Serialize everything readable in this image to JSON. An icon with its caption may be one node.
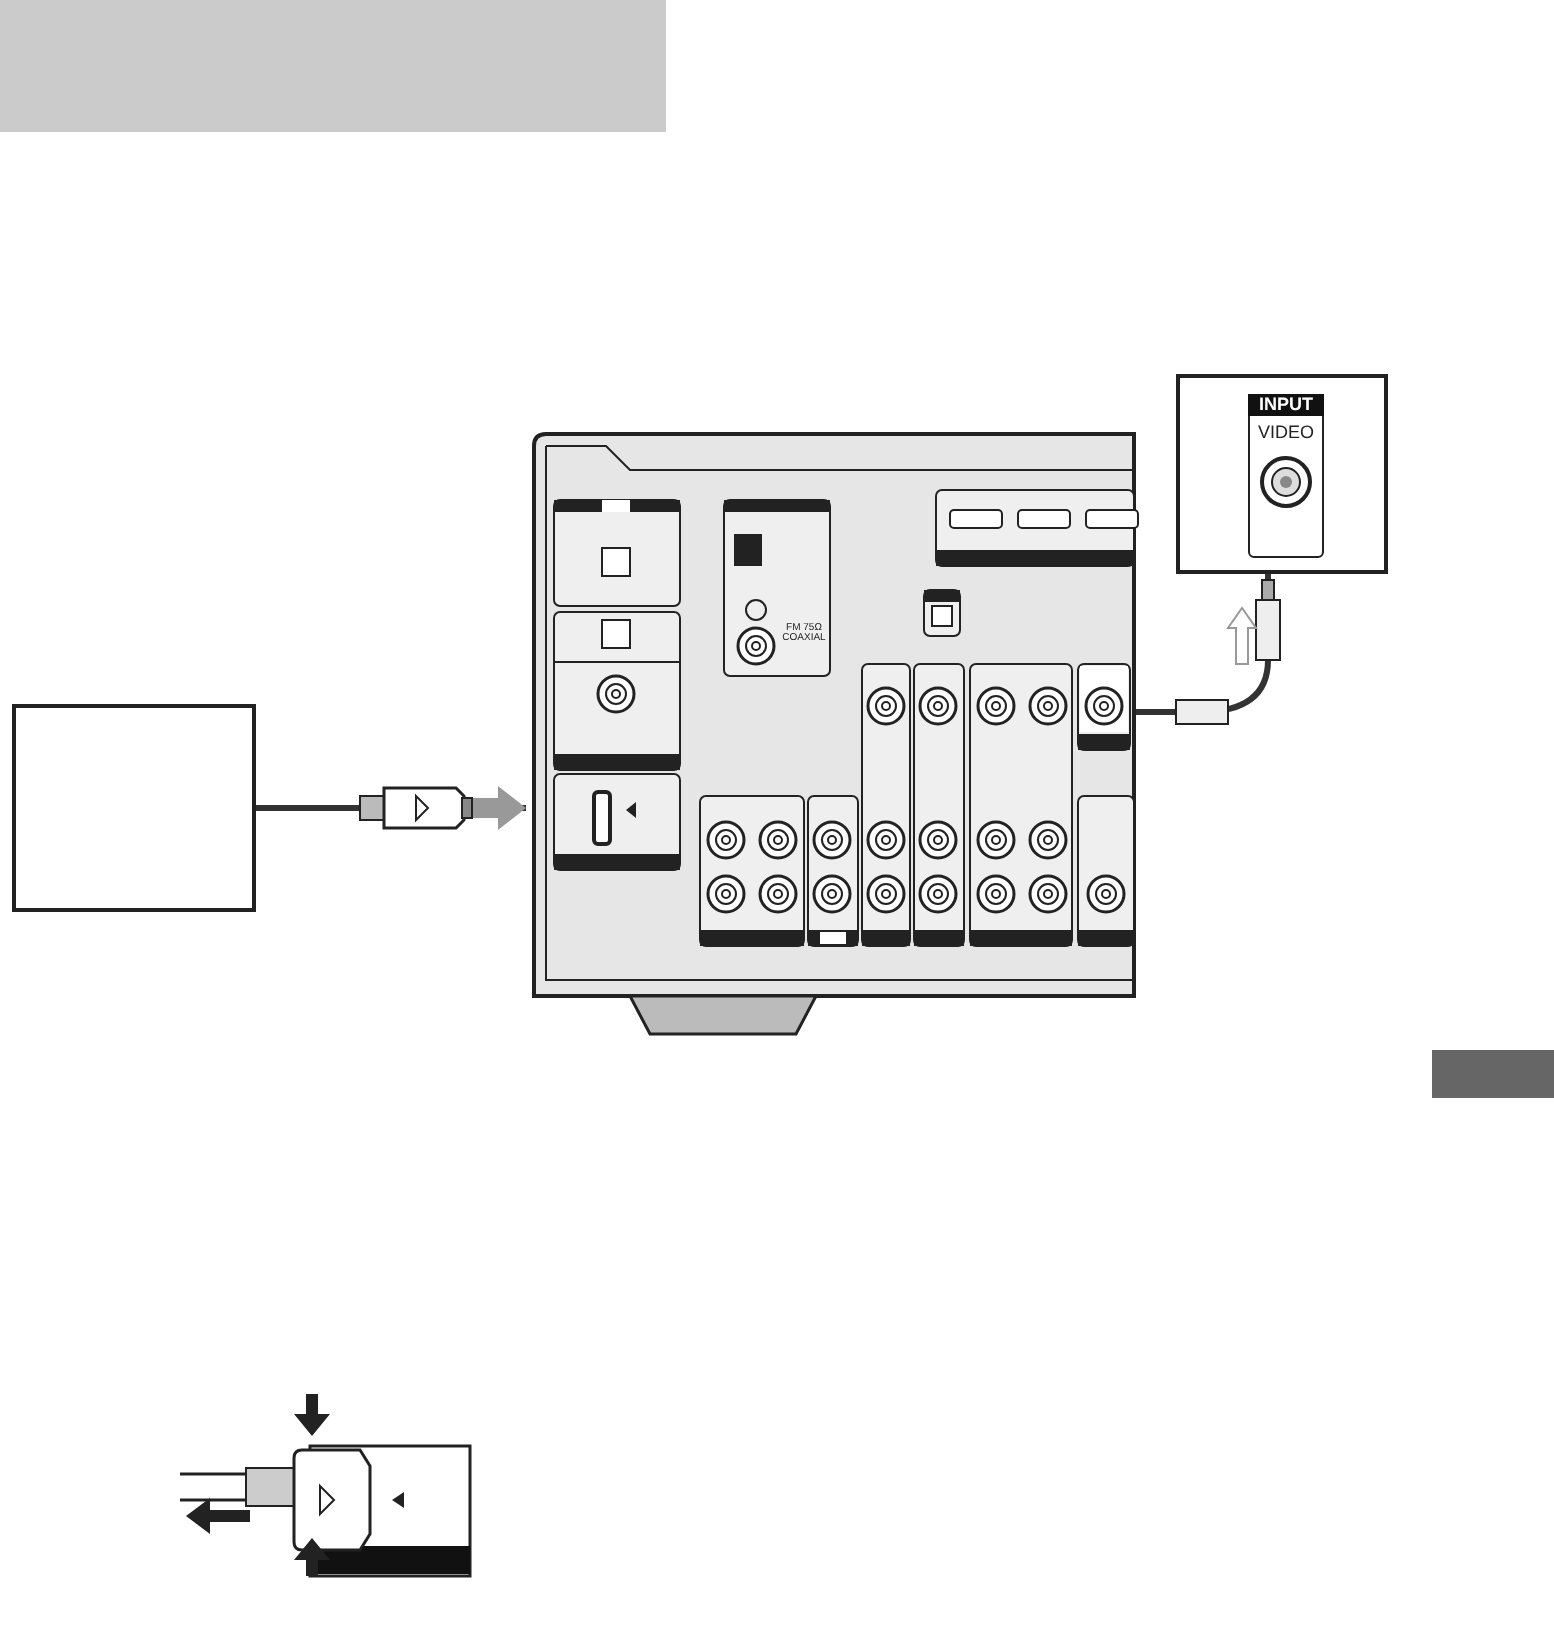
{
  "diagram": {
    "nodes": [
      {
        "text": [],
        "shape": "box"
      },
      {
        "text": [],
        "shape": "picture"
      },
      {
        "text": [
          "INPUT",
          "VIDEO"
        ]
      }
    ],
    "edges": [
      {
        "from": 0,
        "to": 1,
        "arrow": "to"
      },
      {
        "from": 1,
        "to": 2,
        "arrow": "none"
      }
    ],
    "labels": [
      "FM 75Ω COAXIAL"
    ]
  }
}
